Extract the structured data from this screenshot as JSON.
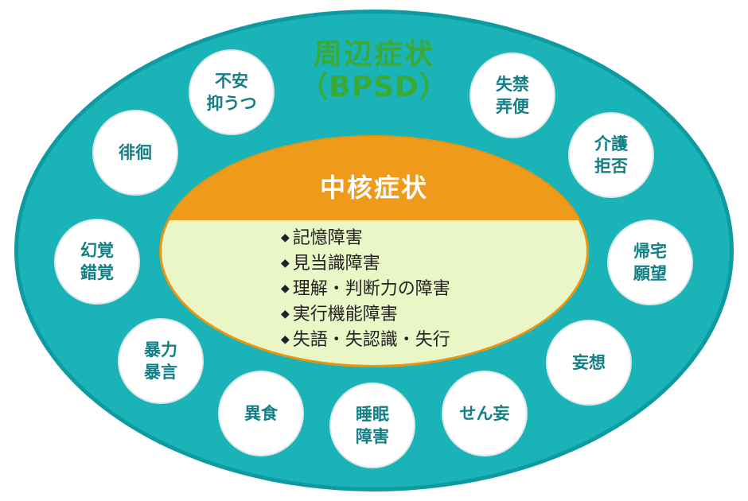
{
  "outer": {
    "title": "周辺症状",
    "subtitle": "（BPSD）",
    "color": "#1ab3b8",
    "title_color": "#3aaa35"
  },
  "core": {
    "title": "中核症状",
    "header_color": "#ee9a1a",
    "body_color": "#eaf6c6",
    "items": [
      "記憶障害",
      "見当識障害",
      "理解・判断力の障害",
      "実行機能障害",
      "失語・失認識・失行"
    ]
  },
  "bubbles": [
    {
      "id": "anxiety",
      "label": "不安\n抑うつ"
    },
    {
      "id": "incontinence",
      "label": "失禁\n弄便"
    },
    {
      "id": "wandering",
      "label": "徘徊"
    },
    {
      "id": "care-refusal",
      "label": "介護\n拒否"
    },
    {
      "id": "hallucination",
      "label": "幻覚\n錯覚"
    },
    {
      "id": "homing",
      "label": "帰宅\n願望"
    },
    {
      "id": "violence",
      "label": "暴力\n暴言"
    },
    {
      "id": "delusion",
      "label": "妄想"
    },
    {
      "id": "pica",
      "label": "異食"
    },
    {
      "id": "sleep-disorder",
      "label": "睡眠\n障害"
    },
    {
      "id": "delirium",
      "label": "せん妄"
    }
  ]
}
